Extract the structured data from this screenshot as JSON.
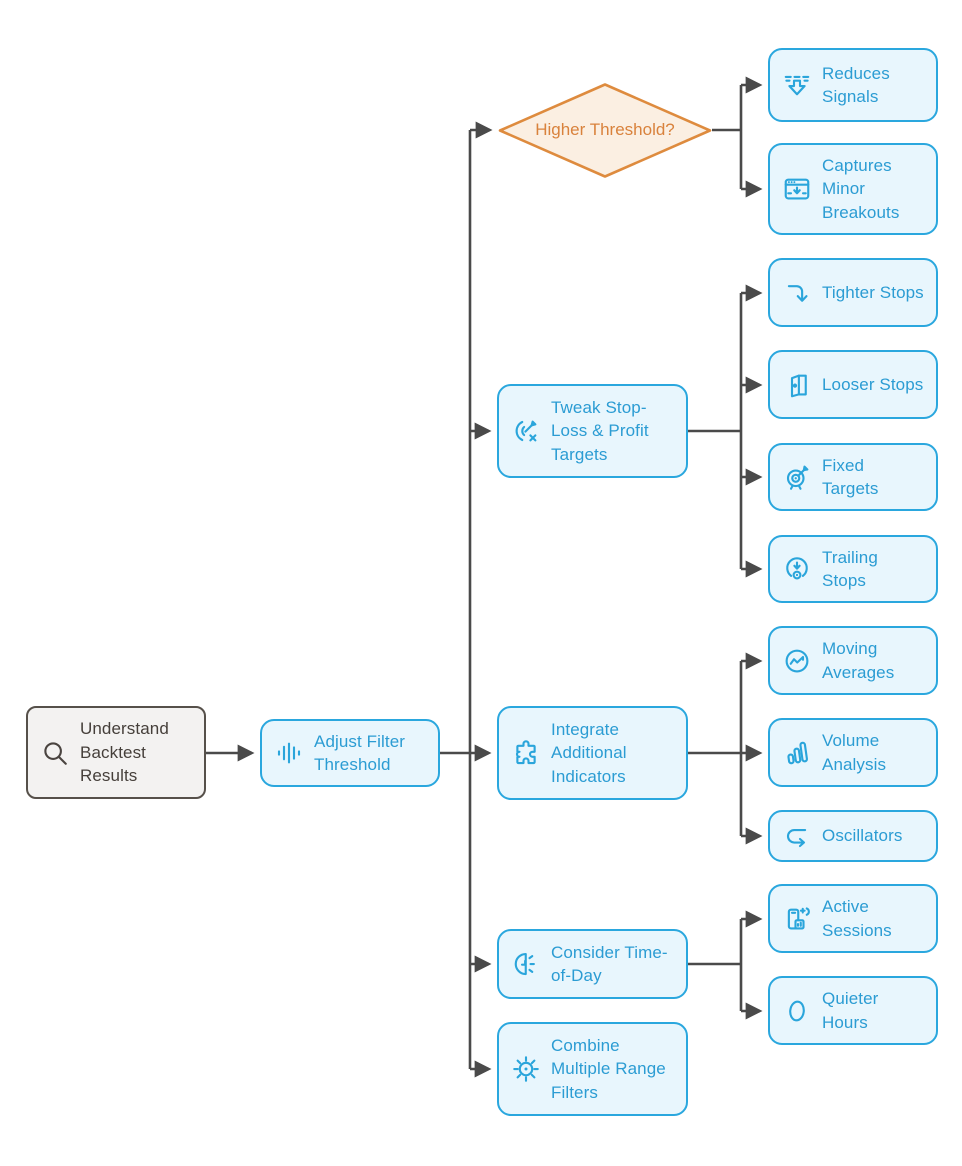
{
  "colors": {
    "node_border_blue": "#2AA7DE",
    "node_fill_blue": "#E8F6FD",
    "node_text_blue": "#2B9CD3",
    "decision_border_orange": "#DE8B3E",
    "decision_fill_orange": "#FBEFE2",
    "decision_text_orange": "#D9823C",
    "connector_gray": "#4A4A4A",
    "start_border_gray": "#56504A",
    "start_fill_gray": "#F3F2F1",
    "start_text_gray": "#453F3A"
  },
  "nodes": {
    "understand": {
      "label": "Understand Backtest Results",
      "icon": "search-icon"
    },
    "adjust": {
      "label": "Adjust Filter Threshold",
      "icon": "equalizer-icon"
    },
    "higher": {
      "label": "Higher Threshold?"
    },
    "reduces": {
      "label": "Reduces Signals",
      "icon": "reduce-signals-icon"
    },
    "captures": {
      "label": "Captures Minor Breakouts",
      "icon": "window-breakout-icon"
    },
    "tweak": {
      "label": "Tweak Stop-Loss & Profit Targets",
      "icon": "target-adjust-icon"
    },
    "tighter": {
      "label": "Tighter Stops",
      "icon": "corner-down-arrow-icon"
    },
    "looser": {
      "label": "Looser Stops",
      "icon": "open-door-icon"
    },
    "fixed": {
      "label": "Fixed Targets",
      "icon": "dartboard-icon"
    },
    "trailing": {
      "label": "Trailing Stops",
      "icon": "trailing-target-icon"
    },
    "integrate": {
      "label": "Integrate Additional Indicators",
      "icon": "puzzle-icon"
    },
    "moving": {
      "label": "Moving Averages",
      "icon": "chart-line-circle-icon"
    },
    "volume": {
      "label": "Volume Analysis",
      "icon": "bar-chart-icon"
    },
    "oscillators": {
      "label": "Oscillators",
      "icon": "loop-arrow-icon"
    },
    "consider": {
      "label": "Consider Time-of-Day",
      "icon": "half-clock-icon"
    },
    "active": {
      "label": "Active Sessions",
      "icon": "phone-sessions-icon"
    },
    "quieter": {
      "label": "Quieter Hours",
      "icon": "moon-icon"
    },
    "combine": {
      "label": "Combine Multiple Range Filters",
      "icon": "gear-sun-icon"
    }
  },
  "edges": [
    {
      "from": "understand",
      "to": "adjust"
    },
    {
      "from": "adjust",
      "to": "higher"
    },
    {
      "from": "adjust",
      "to": "tweak"
    },
    {
      "from": "adjust",
      "to": "integrate"
    },
    {
      "from": "adjust",
      "to": "consider"
    },
    {
      "from": "adjust",
      "to": "combine"
    },
    {
      "from": "higher",
      "to": "reduces"
    },
    {
      "from": "higher",
      "to": "captures"
    },
    {
      "from": "tweak",
      "to": "tighter"
    },
    {
      "from": "tweak",
      "to": "looser"
    },
    {
      "from": "tweak",
      "to": "fixed"
    },
    {
      "from": "tweak",
      "to": "trailing"
    },
    {
      "from": "integrate",
      "to": "moving"
    },
    {
      "from": "integrate",
      "to": "volume"
    },
    {
      "from": "integrate",
      "to": "oscillators"
    },
    {
      "from": "consider",
      "to": "active"
    },
    {
      "from": "consider",
      "to": "quieter"
    }
  ]
}
